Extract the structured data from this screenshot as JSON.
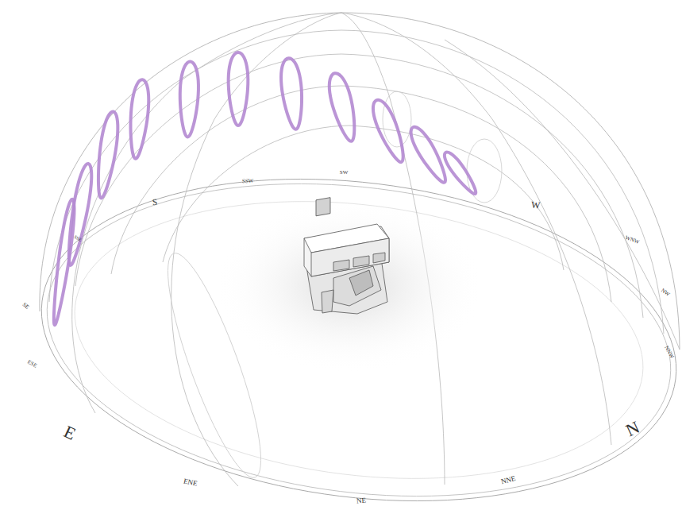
{
  "diagram": {
    "labels": [
      "S",
      "SSW",
      "SW",
      "W",
      "WNW",
      "NW",
      "NNW",
      "N",
      "NNE",
      "NE",
      "ENE",
      "E",
      "ESE",
      "SE",
      "SSE"
    ]
  }
}
